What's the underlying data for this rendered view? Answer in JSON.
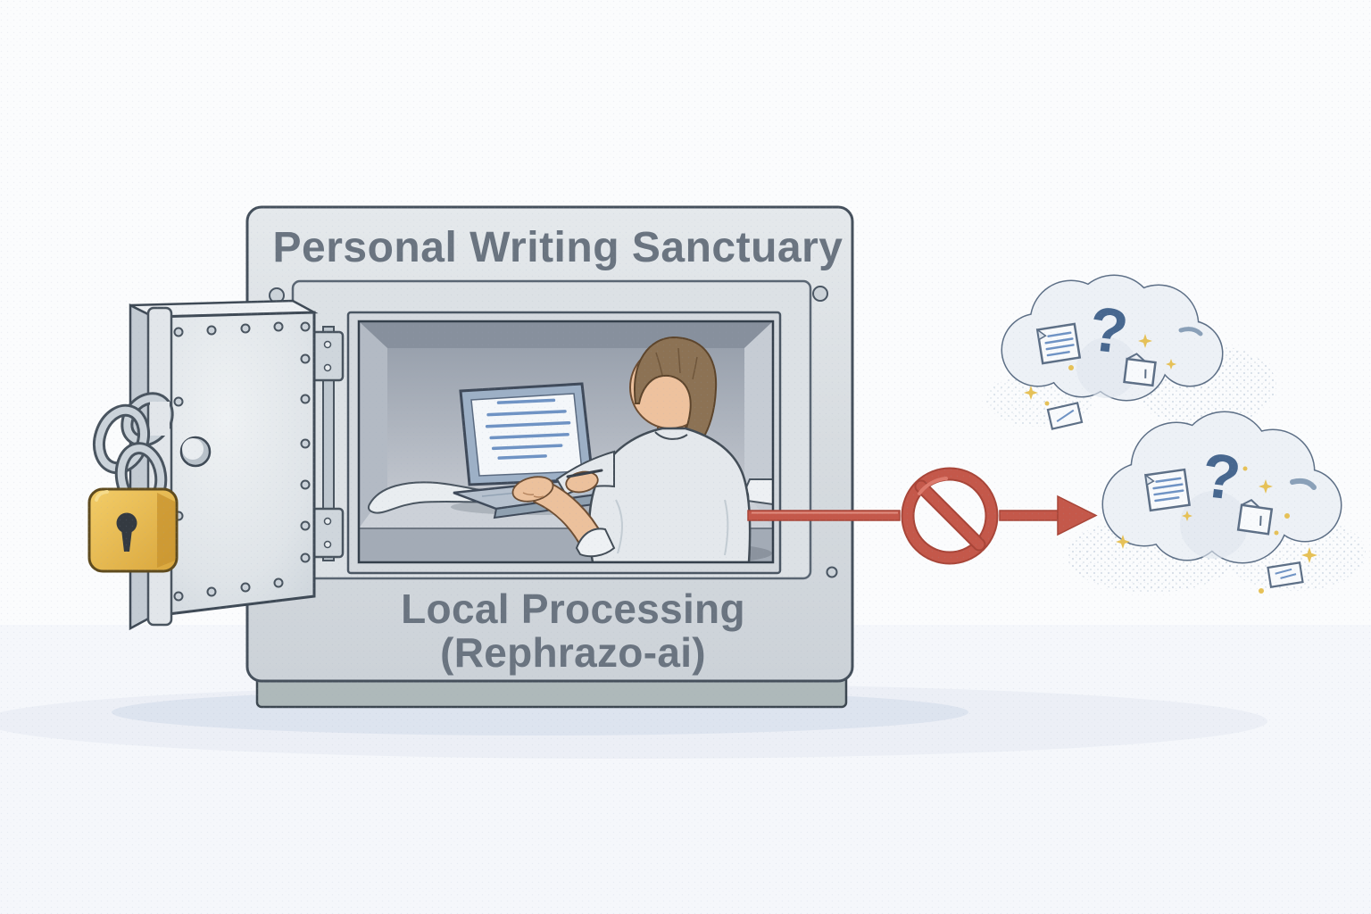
{
  "vault": {
    "title": "Personal Writing Sanctuary",
    "label_line1": "Local Processing",
    "label_line2": "(Rephrazo-ai)"
  },
  "clouds": {
    "question_mark": "?"
  },
  "icons": {
    "padlock": "padlock-icon",
    "chain": "chain-icon",
    "prohibition": "no-sign-icon",
    "arrow": "arrow-right-icon",
    "question": "question-mark-icon",
    "document": "document-icon",
    "envelope": "envelope-icon",
    "sparkle": "sparkle-icon",
    "laptop": "laptop-icon"
  },
  "colors": {
    "background": "#fbfcfd",
    "vault_body": "#d7dce0",
    "outline_dark": "#45505c",
    "interior_gray": "#a6aeb9",
    "label_gray": "#6a7480",
    "padlock_gold": "#ecbf50",
    "prohibition_red": "#c4584a",
    "cloud_fill": "#edf1f6",
    "cloud_outline": "#5d6f86",
    "question_blue": "#47678f",
    "sparkle_yellow": "#e6c157",
    "screen_line_blue": "#6f93c4"
  }
}
